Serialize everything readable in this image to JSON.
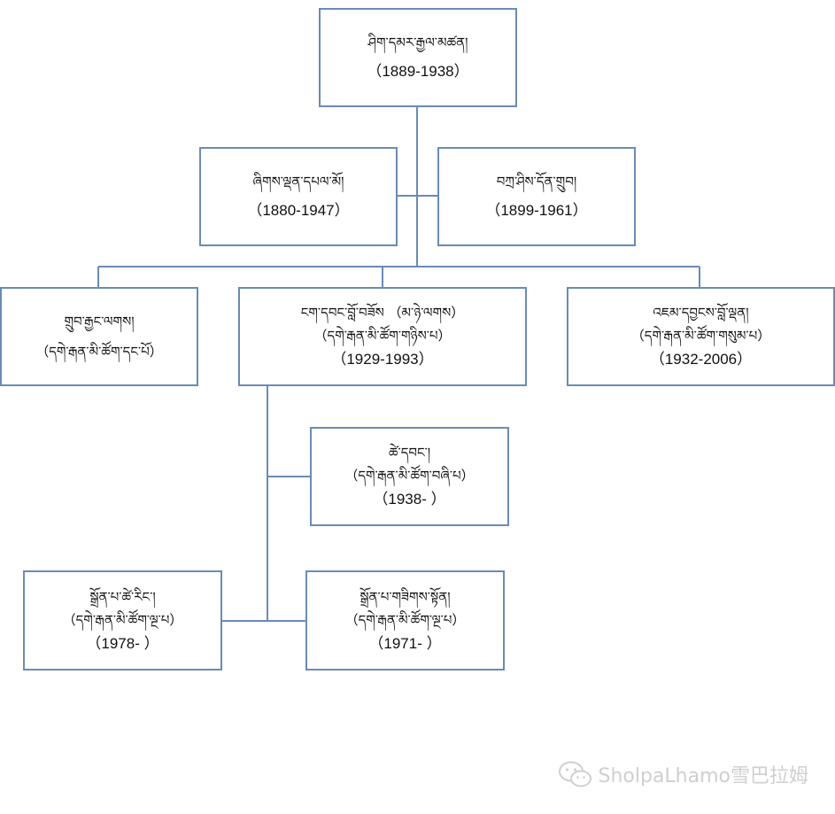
{
  "nodes": {
    "root": {
      "name": "ཤིག་དམར་རྒྱལ་མཚན།",
      "years": "（1889-1938）"
    },
    "left": {
      "name": "ཞིགས་ལྡན་དཔལ་མོ།",
      "years": "（1880-1947）"
    },
    "right": {
      "name": "བཀྲ་ཤིས་དོན་གྲུབ།",
      "years": "（1899-1961）"
    },
    "child1": {
      "name": "གྲུབ་རྒྱང་ལགས།",
      "sub": "（དགེ་རྒན་མི་ཚོག་དང་པོ）"
    },
    "child2": {
      "name": "ངག་དབང་བློ་བཟོས （མ་ཉེ་ལགས）",
      "sub": "（དགེ་རྒན་མི་ཚོག་གཉིས་པ）",
      "years": "（1929-1993）"
    },
    "child3": {
      "name": "འཇམ་དབྱངས་བློ་ལྡན།",
      "sub": "（དགེ་རྒན་མི་ཚོག་གསུམ་པ）",
      "years": "（1932-2006）"
    },
    "spouse": {
      "name": "ཚེ་དབང་།",
      "sub": "（དགེ་རྒན་མི་ཚོག་བཞི་པ）",
      "years": "（1938-  ）"
    },
    "gc1": {
      "name": "སྒྲོན་པ་ཚེ་རིང་།",
      "sub": "（དགེ་རྒན་མི་ཚོག་ལྔ་པ）",
      "years": "（1978- ）"
    },
    "gc2": {
      "name": "སྒྲོན་པ་གཟིགས་སྟོན།",
      "sub": "（དགེ་རྒན་མི་ཚོག་ལྔ་པ）",
      "years": "（1971-   ）"
    }
  },
  "watermark": {
    "text": "SholpaLhamo雪巴拉姆",
    "icon": "wechat-icon"
  },
  "colors": {
    "line": "#6a8bb5",
    "border": "#6a8bb5"
  }
}
